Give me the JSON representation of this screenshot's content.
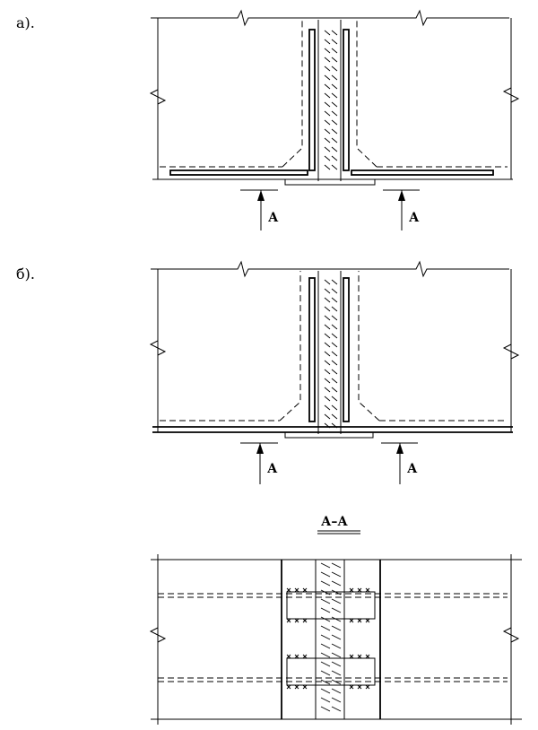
{
  "detail_a": {
    "label": "а)."
  },
  "detail_b": {
    "label": "б)."
  },
  "section_arrow_label": "А",
  "section": {
    "title": "А–А"
  }
}
